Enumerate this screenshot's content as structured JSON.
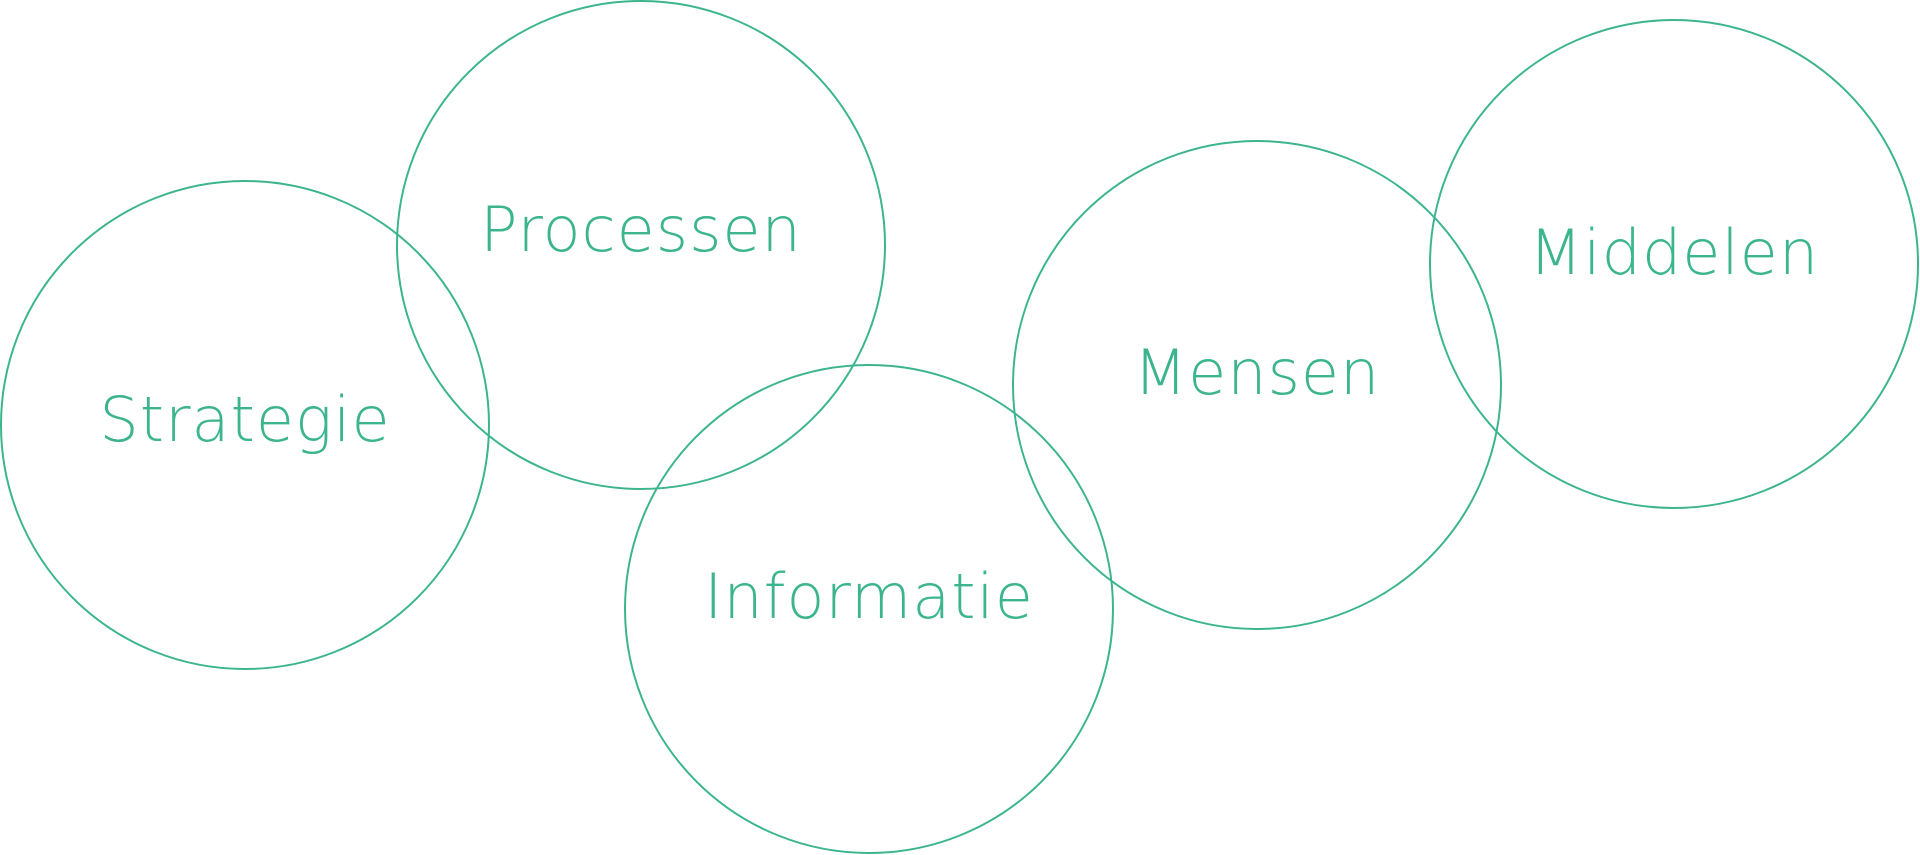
{
  "colors": {
    "accent": "#3cb58e",
    "background": "#ffffff"
  },
  "diagram": {
    "nodes": [
      {
        "id": "strategie",
        "label": "Strategie"
      },
      {
        "id": "processen",
        "label": "Processen"
      },
      {
        "id": "informatie",
        "label": "Informatie"
      },
      {
        "id": "mensen",
        "label": "Mensen"
      },
      {
        "id": "middelen",
        "label": "Middelen"
      }
    ]
  }
}
